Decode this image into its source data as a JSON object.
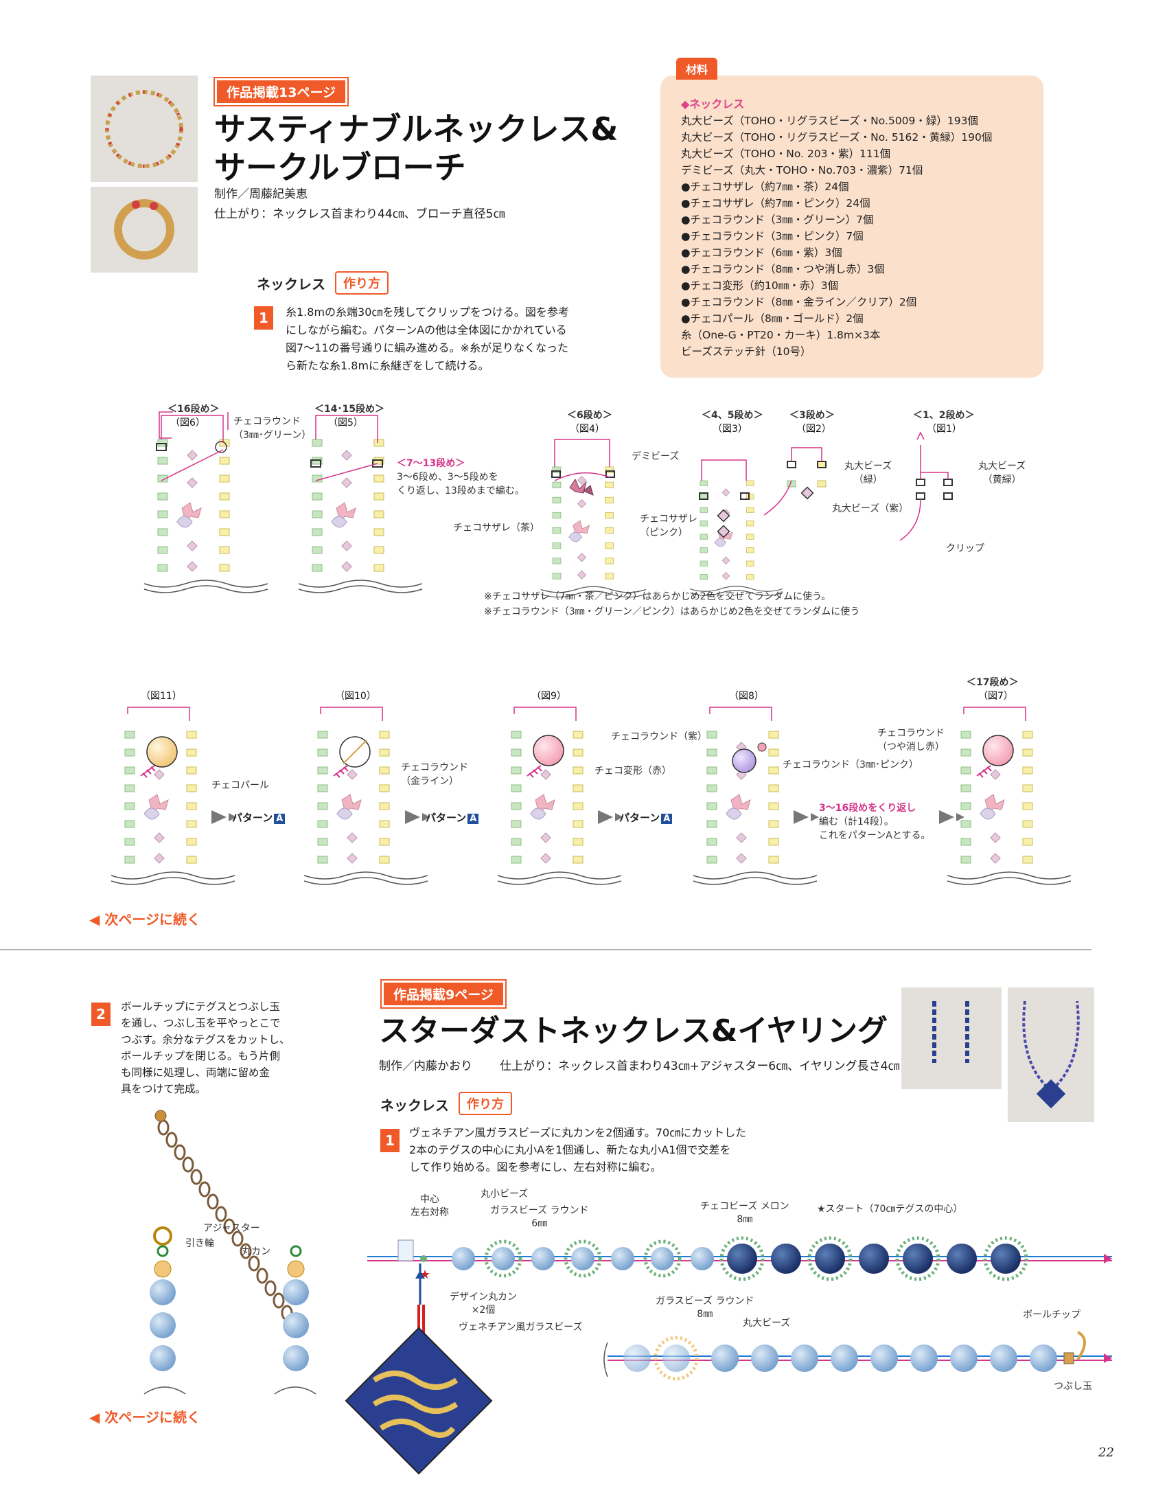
{
  "top": {
    "tag": "作品掲載13ページ",
    "title_line1": "サスティナブルネックレス&",
    "title_line2": "サークルブローチ",
    "author": "制作／周藤紀美恵",
    "finish": "仕上がり：ネックレス首まわり44㎝、ブローチ直径5㎝",
    "section": "ネックレス",
    "howto": "作り方",
    "step1_num": "1",
    "step1_lines": [
      "糸1.8mの糸端30㎝を残してクリップをつける。図を参考",
      "にしながら編む。パターンAの他は全体図にかかれている",
      "図7～11の番号通りに編み進める。※糸が足りなくなった",
      "ら新たな糸1.8mに糸継ぎをして続ける。"
    ]
  },
  "materials": {
    "tab": "材料",
    "heading": "◆ネックレス",
    "items": [
      "丸大ビーズ（TOHO・リグラスビーズ・No.5009・緑）193個",
      "丸大ビーズ（TOHO・リグラスビーズ・No. 5162・黄緑）190個",
      "丸大ビーズ（TOHO・No. 203・紫）111個",
      "デミビーズ（丸大・TOHO・No.703・濃紫）71個",
      "●チェコサザレ（約7㎜・茶）24個",
      "●チェコサザレ（約7㎜・ピンク）24個",
      "●チェコラウンド（3㎜・グリーン）7個",
      "●チェコラウンド（3㎜・ピンク）7個",
      "●チェコラウンド（6㎜・紫）3個",
      "●チェコラウンド（8㎜・つや消し赤）3個",
      "●チェコ変形（約10㎜・赤）3個",
      "●チェコラウンド（8㎜・金ライン／クリア）2個",
      "●チェコパール（8㎜・ゴールド）2個",
      "糸（One-G・PT20・カーキ）1.8m×3本",
      "ビーズステッチ針（10号）"
    ]
  },
  "figs_row1": {
    "r16": "＜16段め＞",
    "f6": "（図6）",
    "r1415": "＜14･15段め＞",
    "f5": "（図5）",
    "r713": "＜7～13段め＞",
    "r713_note1": "3～6段め、3～5段めを",
    "r713_note2": "くり返し、13段めまで編む。",
    "r6": "＜6段め＞",
    "f4": "（図4）",
    "r45": "＜4、5段め＞",
    "f3": "（図3）",
    "r3": "＜3段め＞",
    "f2": "（図2）",
    "r12": "＜1、2段め＞",
    "f1": "（図1）",
    "czech_round_green_1": "チェコラウンド",
    "czech_round_green_2": "（3㎜･グリーン）",
    "demi": "デミビーズ",
    "sazare_brown": "チェコサザレ（茶）",
    "sazare_pink_1": "チェコサザレ",
    "sazare_pink_2": "（ピンク）",
    "maru_green_1": "丸大ビーズ",
    "maru_green_2": "（緑）",
    "maru_yg_1": "丸大ビーズ",
    "maru_yg_2": "（黄緑）",
    "maru_purple": "丸大ビーズ（紫）",
    "clip": "クリップ",
    "note1": "※チェコサザレ（7㎜・茶／ピンク）はあらかじめ2色を交ぜてランダムに使う。",
    "note2": "※チェコラウンド（3㎜・グリーン／ピンク）はあらかじめ2色を交ぜてランダムに使う"
  },
  "figs_row2": {
    "f11": "（図11）",
    "f10": "（図10）",
    "f9": "（図9）",
    "f8": "（図8）",
    "r17": "＜17段め＞",
    "f7": "（図7）",
    "pearl": "チェコパール",
    "goldline_1": "チェコラウンド",
    "goldline_2": "（金ライン）",
    "henkei": "チェコ変形（赤）",
    "round_purple": "チェコラウンド（紫）",
    "round_pink": "チェコラウンド（3㎜･ピンク）",
    "matte_red_1": "チェコラウンド",
    "matte_red_2": "（つや消し赤）",
    "pattern": "パターン",
    "pattern_letter": "A",
    "repeat1": "3～16段めをくり返し",
    "repeat2": "編む（計14段）。",
    "repeat3": "これをパターンAとする。"
  },
  "nav": {
    "next_page": "次ページに続く"
  },
  "step2": {
    "num": "2",
    "lines": [
      "ボールチップにテグスとつぶし玉",
      "を通し、つぶし玉を平やっとこで",
      "つぶす。余分なテグスをカットし、",
      "ボールチップを閉じる。もう片側",
      "も同様に処理し、両端に留め金",
      "具をつけて完成。"
    ],
    "adjuster": "アジャスター",
    "hikiwa": "引き輪",
    "marukan": "丸カン"
  },
  "bottom": {
    "tag": "作品掲載9ページ",
    "title": "スターダストネックレス&イヤリング",
    "author": "制作／内藤かおり",
    "finish": "仕上がり：ネックレス首まわり43㎝+アジャスター6㎝、イヤリング長さ4㎝",
    "section": "ネックレス",
    "howto": "作り方",
    "step1_num": "1",
    "step1_lines": [
      "ヴェネチアン風ガラスビーズに丸カンを2個通す。70㎝にカットした",
      "2本のテグスの中心に丸小Aを1個通し、新たな丸小A1個で交差を",
      "して作り始める。図を参考にし、左右対称に編む。"
    ],
    "center1": "中心",
    "center2": "左右対称",
    "maru_small": "丸小ビーズ",
    "glass_round6_1": "ガラスビーズ ラウンド",
    "glass_round6_2": "6㎜",
    "czech_melon_1": "チェコビーズ メロン",
    "czech_melon_2": "8㎜",
    "start": "★スタート（70㎝テグスの中心）",
    "design_ring_1": "デザイン丸カン",
    "design_ring_2": "×2個",
    "venetian": "ヴェネチアン風ガラスビーズ",
    "glass_round8_1": "ガラスビーズ ラウンド",
    "glass_round8_2": "8㎜",
    "maru_large": "丸大ビーズ",
    "ball_tip": "ボールチップ",
    "crimp": "つぶし玉"
  },
  "page_number": "22",
  "colors": {
    "accent": "#f05a28",
    "magenta": "#d6338a",
    "peach": "#fbe0cc",
    "pattern_blue": "#1f4e9c"
  }
}
